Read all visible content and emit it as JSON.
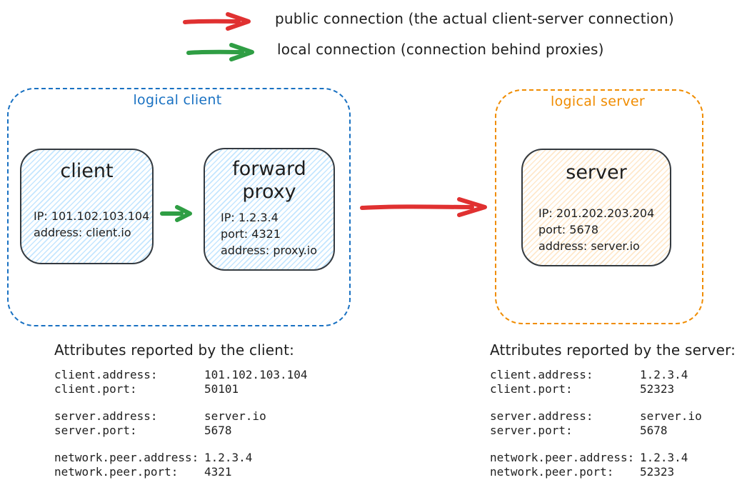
{
  "legend": {
    "items": [
      {
        "name": "public-connection",
        "label": "public connection (the actual client-server connection)",
        "color": "#e03131"
      },
      {
        "name": "local-connection",
        "label": "local connection (connection behind proxies)",
        "color": "#2f9e44"
      }
    ]
  },
  "groups": {
    "client": {
      "label": "logical client",
      "color": "#1971c2"
    },
    "server": {
      "label": "logical server",
      "color": "#f08c00"
    }
  },
  "nodes": {
    "client": {
      "title": "client",
      "lines": [
        "IP: 101.102.103.104",
        "address: client.io"
      ]
    },
    "proxy": {
      "title": "forward proxy",
      "lines": [
        "IP: 1.2.3.4",
        "port: 4321",
        "address: proxy.io"
      ]
    },
    "server": {
      "title": "server",
      "lines": [
        "IP: 201.202.203.204",
        "port: 5678",
        "address: server.io"
      ]
    }
  },
  "attributes": {
    "client": {
      "heading": "Attributes reported by the client:",
      "groups": [
        [
          {
            "key": "client.address:",
            "value": "101.102.103.104"
          },
          {
            "key": "client.port:",
            "value": "50101"
          }
        ],
        [
          {
            "key": "server.address:",
            "value": "server.io"
          },
          {
            "key": "server.port:",
            "value": "5678"
          }
        ],
        [
          {
            "key": "network.peer.address:",
            "value": "1.2.3.4"
          },
          {
            "key": "network.peer.port:",
            "value": "4321"
          }
        ]
      ]
    },
    "server": {
      "heading": "Attributes reported by the server:",
      "groups": [
        [
          {
            "key": "client.address:",
            "value": "1.2.3.4"
          },
          {
            "key": "client.port:",
            "value": "52323"
          }
        ],
        [
          {
            "key": "server.address:",
            "value": "server.io"
          },
          {
            "key": "server.port:",
            "value": "5678"
          }
        ],
        [
          {
            "key": "network.peer.address:",
            "value": "1.2.3.4"
          },
          {
            "key": "network.peer.port:",
            "value": "52323"
          }
        ]
      ]
    }
  }
}
